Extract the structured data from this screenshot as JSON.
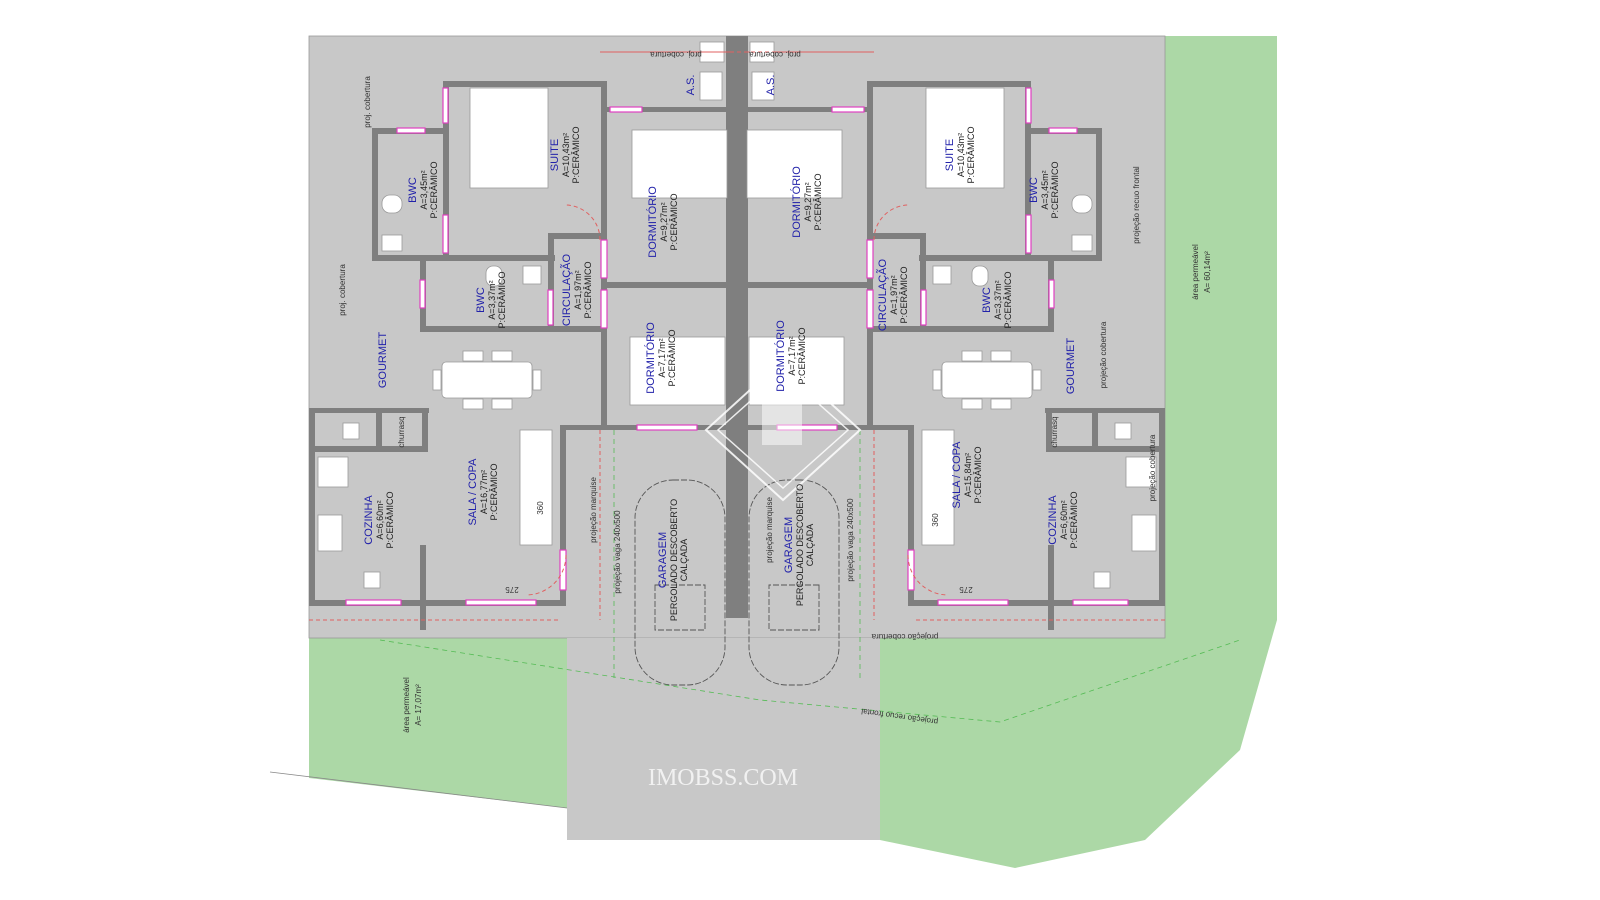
{
  "plan": {
    "colors": {
      "lot": "#c8c8c8",
      "wall": "#7f7f7f",
      "lawn": "#acd8a6",
      "label": "#2222aa",
      "window": "#e040c0",
      "dash": "#e06060"
    },
    "rooms": [
      {
        "name": "SUITE",
        "area": "A=10,43m²",
        "floor": "P:CERÂMICO"
      },
      {
        "name": "BWC",
        "area": "A=3,45m²",
        "floor": "P:CERÂMICO"
      },
      {
        "name": "BWC",
        "area": "A=3,37m²",
        "floor": "P:CERÂMICO"
      },
      {
        "name": "CIRCULAÇÃO",
        "area": "A=1,97m²",
        "floor": "P:CERÂMICO"
      },
      {
        "name": "DORMITÓRIO",
        "area": "A=9,27m²",
        "floor": "P:CERÂMICO"
      },
      {
        "name": "DORMITÓRIO",
        "area": "A=7,17m²",
        "floor": "P:CERÂMICO"
      },
      {
        "name": "GOURMET",
        "area": "",
        "floor": ""
      },
      {
        "name": "SALA / COPA",
        "area": "A=16,77m²",
        "floor": "P:CERÂMICO"
      },
      {
        "name": "COZINHA",
        "area": "A=6,60m²",
        "floor": "P:CERÂMICO"
      },
      {
        "name": "GARAGEM",
        "area": "PERGOLADO DESCOBERTO",
        "floor": "CALÇADA"
      },
      {
        "name": "A.S.",
        "area": "",
        "floor": ""
      },
      {
        "name": "SUITE",
        "area": "A=10,43m²",
        "floor": "P:CERÂMICO"
      },
      {
        "name": "BWC",
        "area": "A=3,45m²",
        "floor": "P:CERÂMICO"
      },
      {
        "name": "BWC",
        "area": "A=3,37m²",
        "floor": "P:CERÂMICO"
      },
      {
        "name": "CIRCULAÇÃO",
        "area": "A=1,97m²",
        "floor": "P:CERÂMICO"
      },
      {
        "name": "DORMITÓRIO",
        "area": "A=9,27m²",
        "floor": "P:CERÂMICO"
      },
      {
        "name": "DORMITÓRIO",
        "area": "A=7,17m²",
        "floor": "P:CERÂMICO"
      },
      {
        "name": "GOURMET",
        "area": "",
        "floor": ""
      },
      {
        "name": "SALA / COPA",
        "area": "A=15,84m²",
        "floor": "P:CERÂMICO"
      },
      {
        "name": "COZINHA",
        "area": "A=6,60m²",
        "floor": "P:CERÂMICO"
      },
      {
        "name": "GARAGEM",
        "area": "PERGOLADO DESCOBERTO",
        "floor": "CALÇADA"
      },
      {
        "name": "A.S.",
        "area": "",
        "floor": ""
      }
    ],
    "notes": {
      "proj_cobertura": "proj. cobertura",
      "projecao_cobertura": "projeção cobertura",
      "projecao_recuo_frontal": "projeção recuo frontal",
      "projecao_marquise": "projeção marquise",
      "projecao_vaga": "projeção vaga 240x500",
      "churrasq": "churrasq",
      "dim_360": "360",
      "dim_275": "275",
      "area_permeavel": "área permeável",
      "area_right": "A= 60,14m²",
      "area_left": "A= 17,07m²"
    },
    "watermark": "IMOBSS.COM"
  }
}
